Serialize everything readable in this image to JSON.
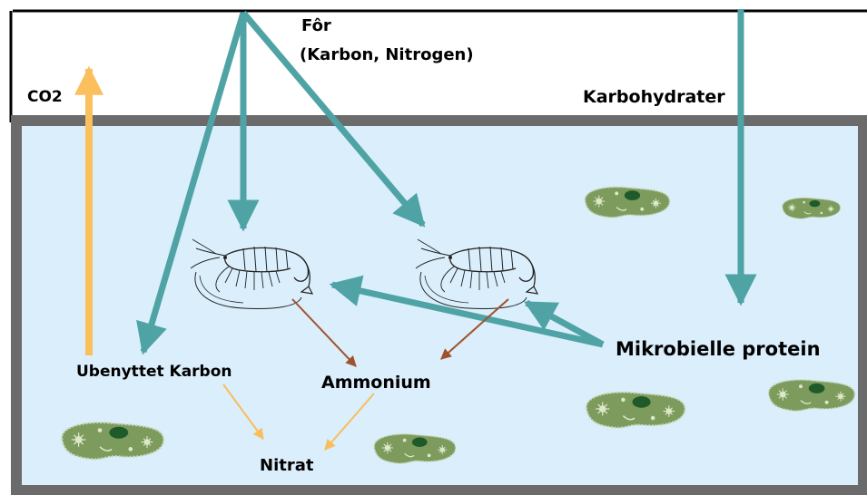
{
  "labels": {
    "feed_line1": "Fôr",
    "feed_line2": "(Karbon, Nitrogen)",
    "co2": "CO2",
    "carbohydrates": "Karbohydrater",
    "microbial_protein": "Mikrobielle protein",
    "unused_carbon": "Ubenyttet Karbon",
    "ammonium": "Ammonium",
    "nitrate": "Nitrat"
  },
  "colors": {
    "water": "#daeefb",
    "tank_wall": "#6b6b6b",
    "feed_arrow": "#4fa3a5",
    "co2_arrow": "#fbbf5d",
    "ammonium_arrow": "#a0522d",
    "nitrate_arrow": "#f9bd5c",
    "biofloc": "#7c9b5c"
  },
  "icons": {
    "shrimp": "shrimp-icon",
    "biofloc": "biofloc-icon"
  }
}
